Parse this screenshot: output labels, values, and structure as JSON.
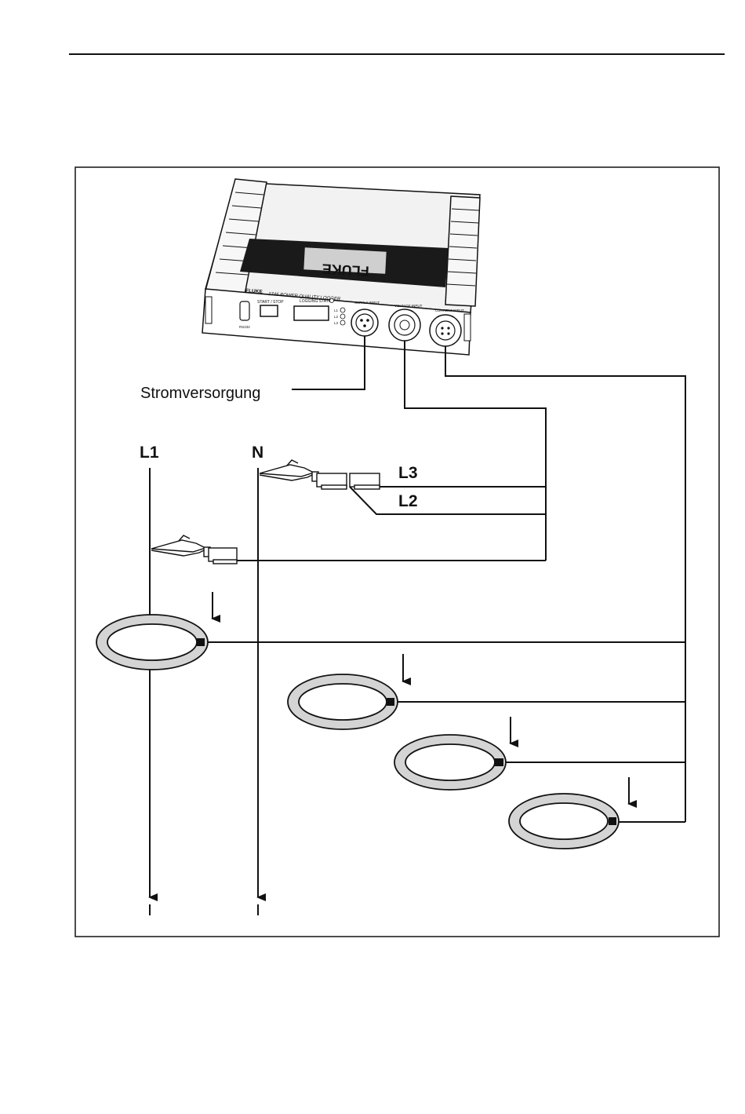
{
  "device": {
    "brand": "FLUKE",
    "model_line": "1745 POWER QUALITY LOGGER",
    "start_stop_label": "START / STOP",
    "logging_status_label": "LOGGING STATUS",
    "supply_input_label": "SUPPLY INPUT",
    "voltage_input_label": "VOLTAGE INPUT",
    "current_input_label": "CURRENT INPUT",
    "rs232_label": "RS232",
    "led_labels": [
      "L1",
      "L2",
      "L3"
    ]
  },
  "labels": {
    "power_supply": "Stromversorgung",
    "l1": "L1",
    "n": "N",
    "l3": "L3",
    "l2": "L2"
  },
  "colors": {
    "line": "#111111",
    "clamp_ring": "#d4d4d4",
    "device_band": "#1a1a1a"
  }
}
